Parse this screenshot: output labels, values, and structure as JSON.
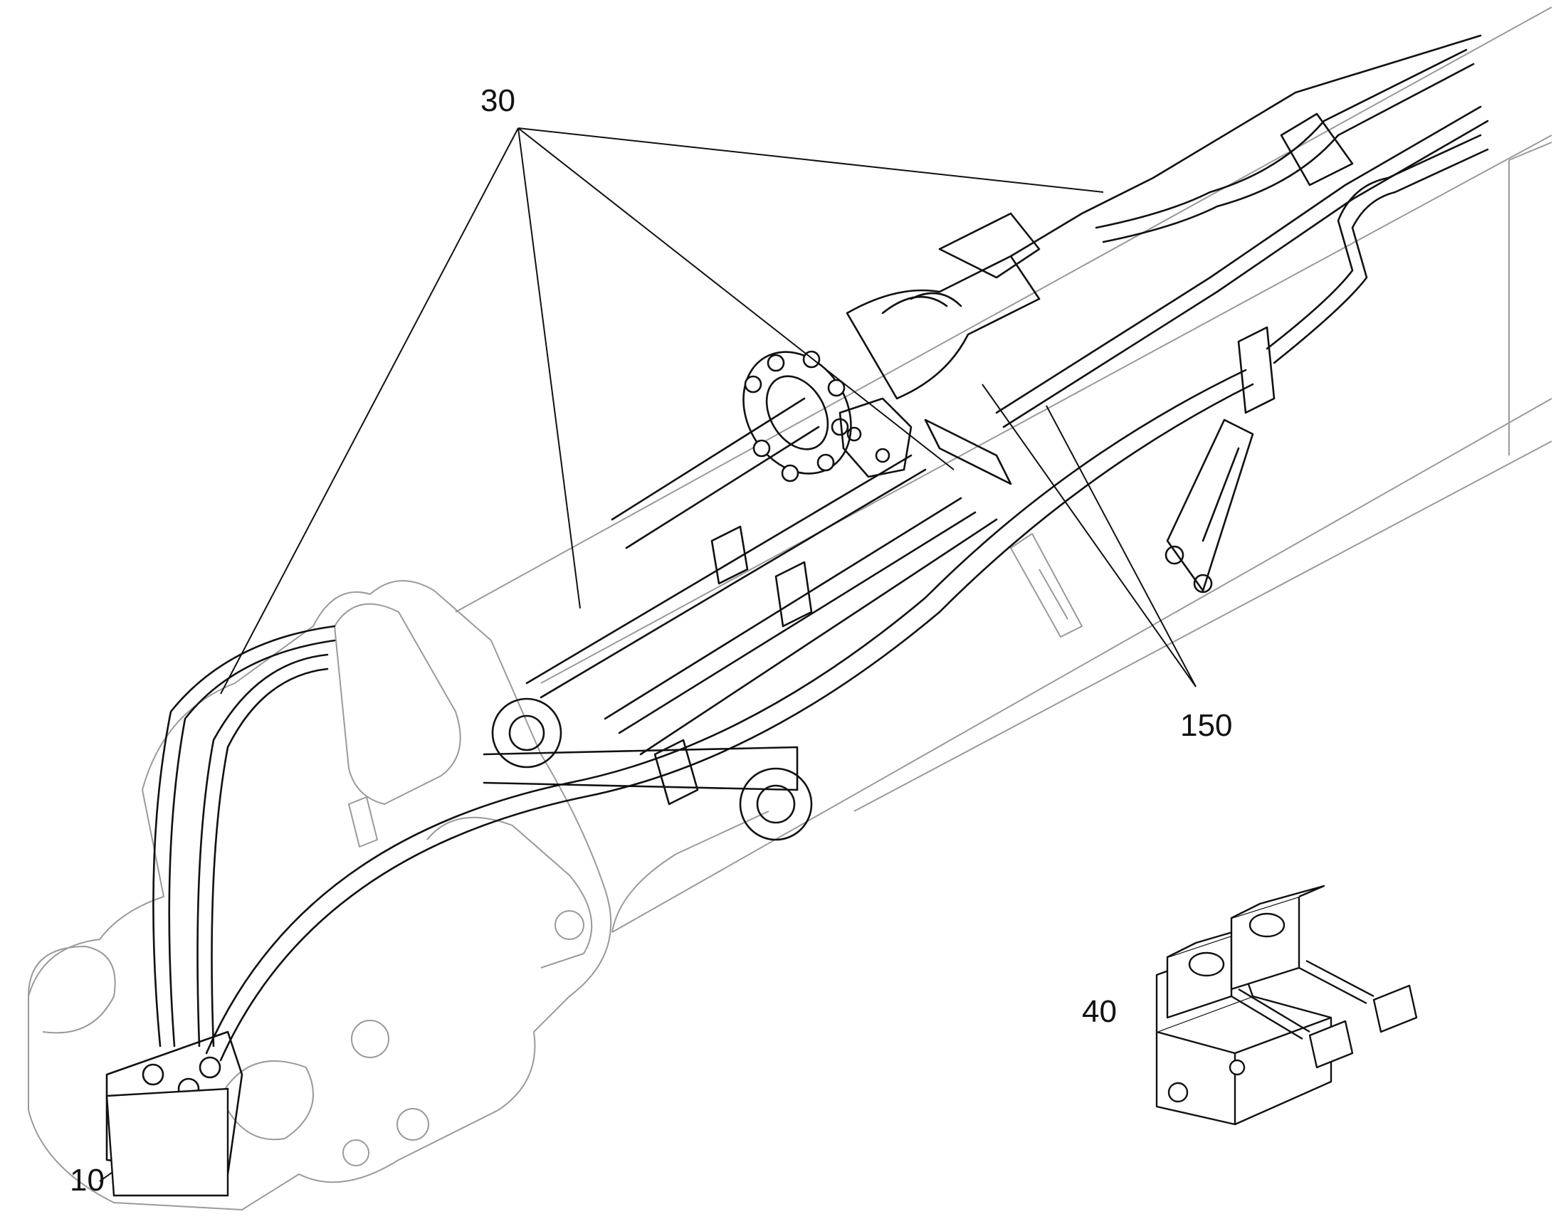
{
  "callouts": {
    "item_30": "30",
    "item_150": "150",
    "item_40": "40",
    "item_10": "10"
  },
  "colors": {
    "line": "#111111",
    "ghost_line": "#9a9a9a",
    "background": "#ffffff"
  }
}
